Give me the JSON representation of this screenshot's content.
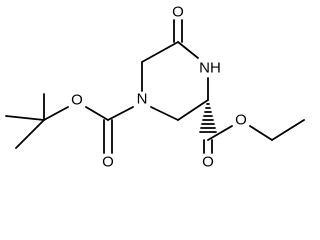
{
  "structure": {
    "atoms": {
      "ketone_o": "O",
      "nh": "NH",
      "n1": "N",
      "ester_o": "O",
      "ester_carbonyl_o": "O",
      "boc_o": "O",
      "boc_carbonyl_o": "O"
    },
    "stereo_bond": "hashed-wedge"
  }
}
